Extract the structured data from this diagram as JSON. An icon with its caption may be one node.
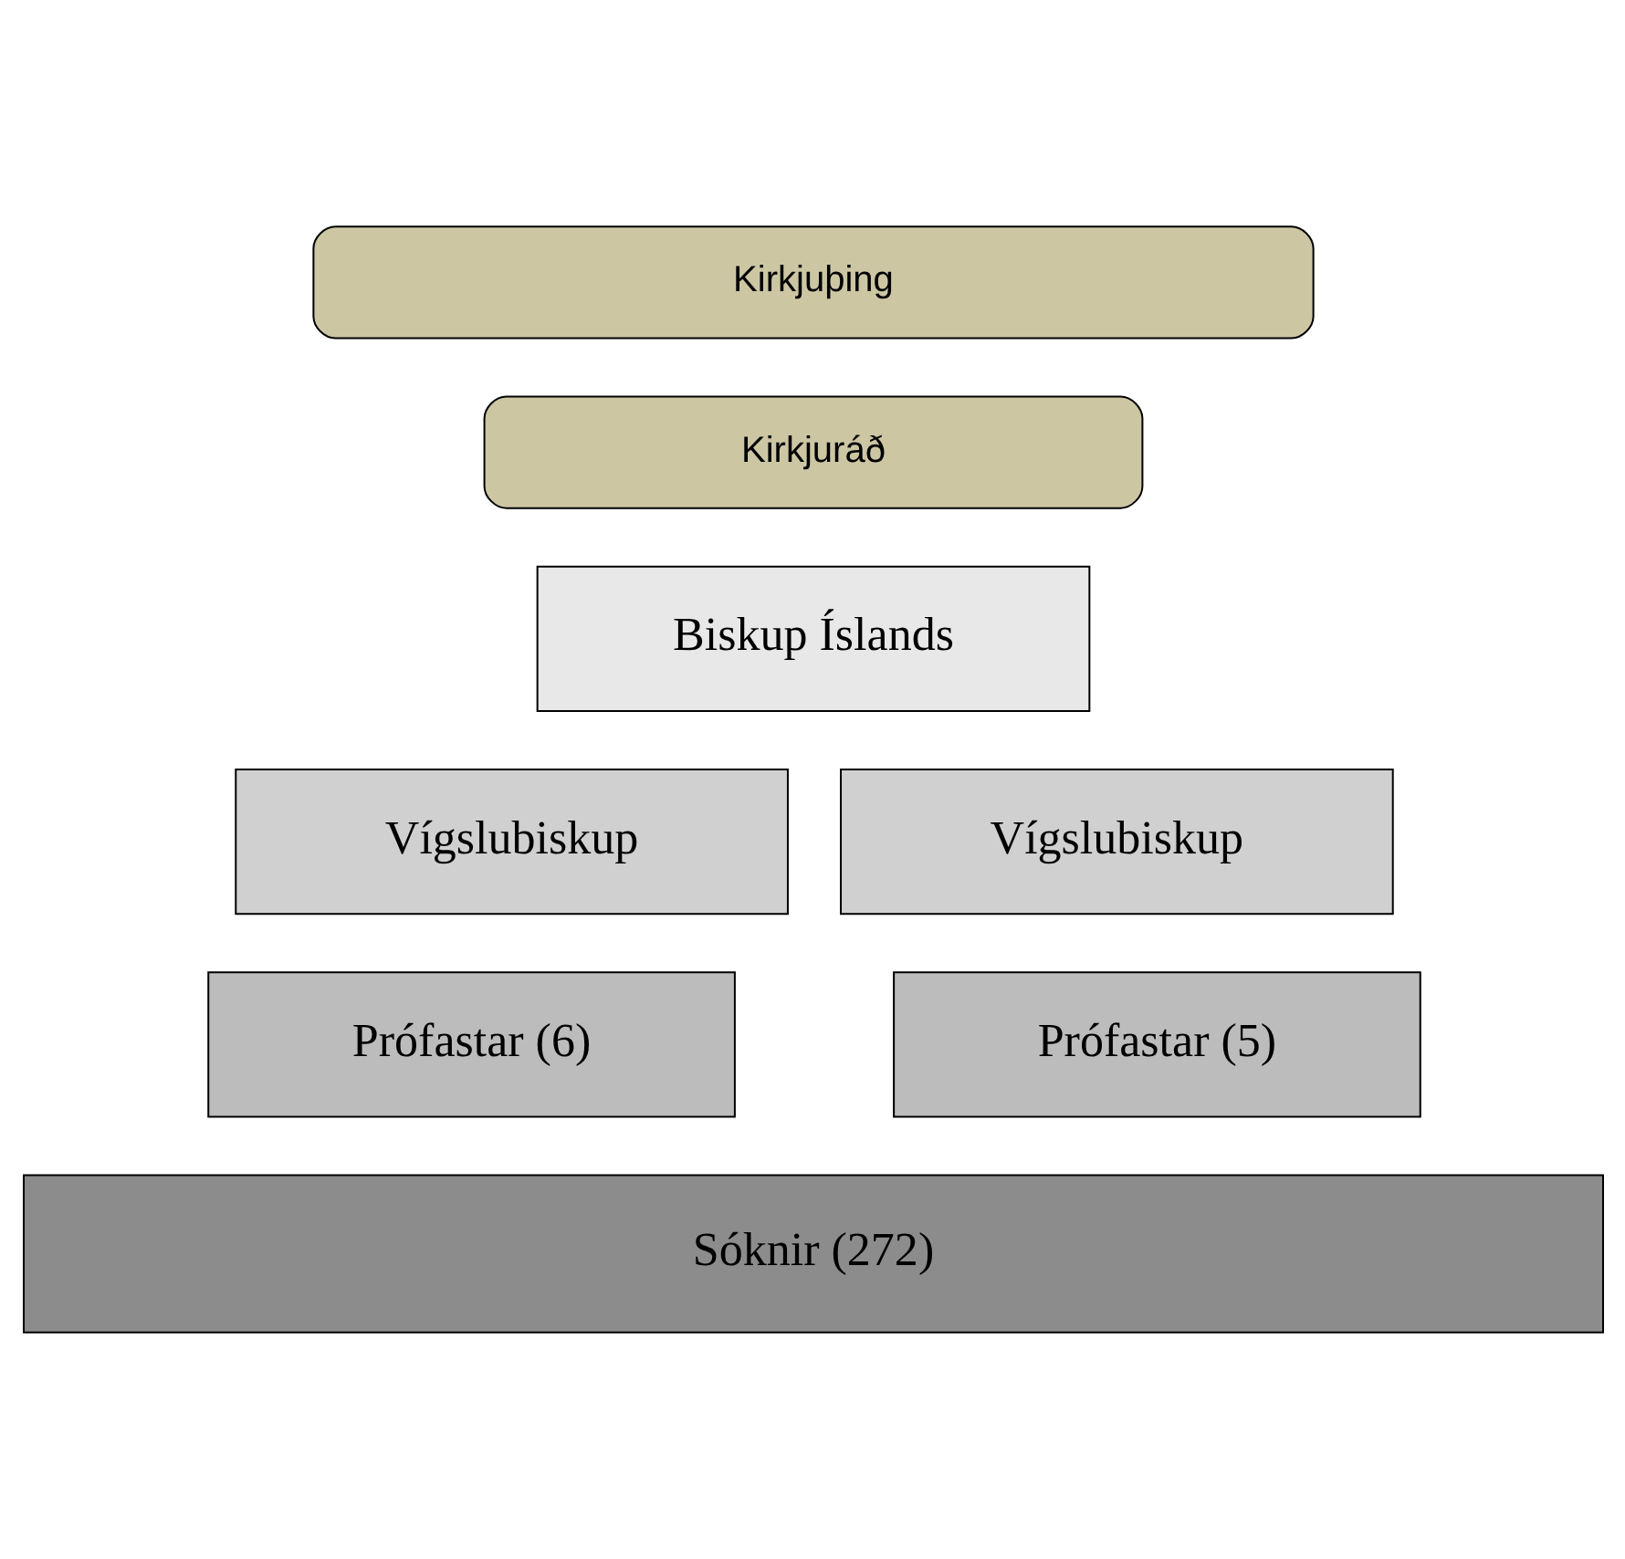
{
  "diagram": {
    "nodes": [
      {
        "text": [
          "Kirkjuþing"
        ]
      },
      {
        "text": [
          "Kirkjuráð"
        ]
      },
      {
        "text": [
          "Biskup Íslands"
        ]
      },
      {
        "text": [
          "Vígslubiskup"
        ]
      },
      {
        "text": [
          "Vígslubiskup"
        ]
      },
      {
        "text": [
          "Prófastar (6)"
        ]
      },
      {
        "text": [
          "Prófastar (5)"
        ]
      },
      {
        "text": [
          "Sóknir (272)"
        ]
      }
    ]
  }
}
